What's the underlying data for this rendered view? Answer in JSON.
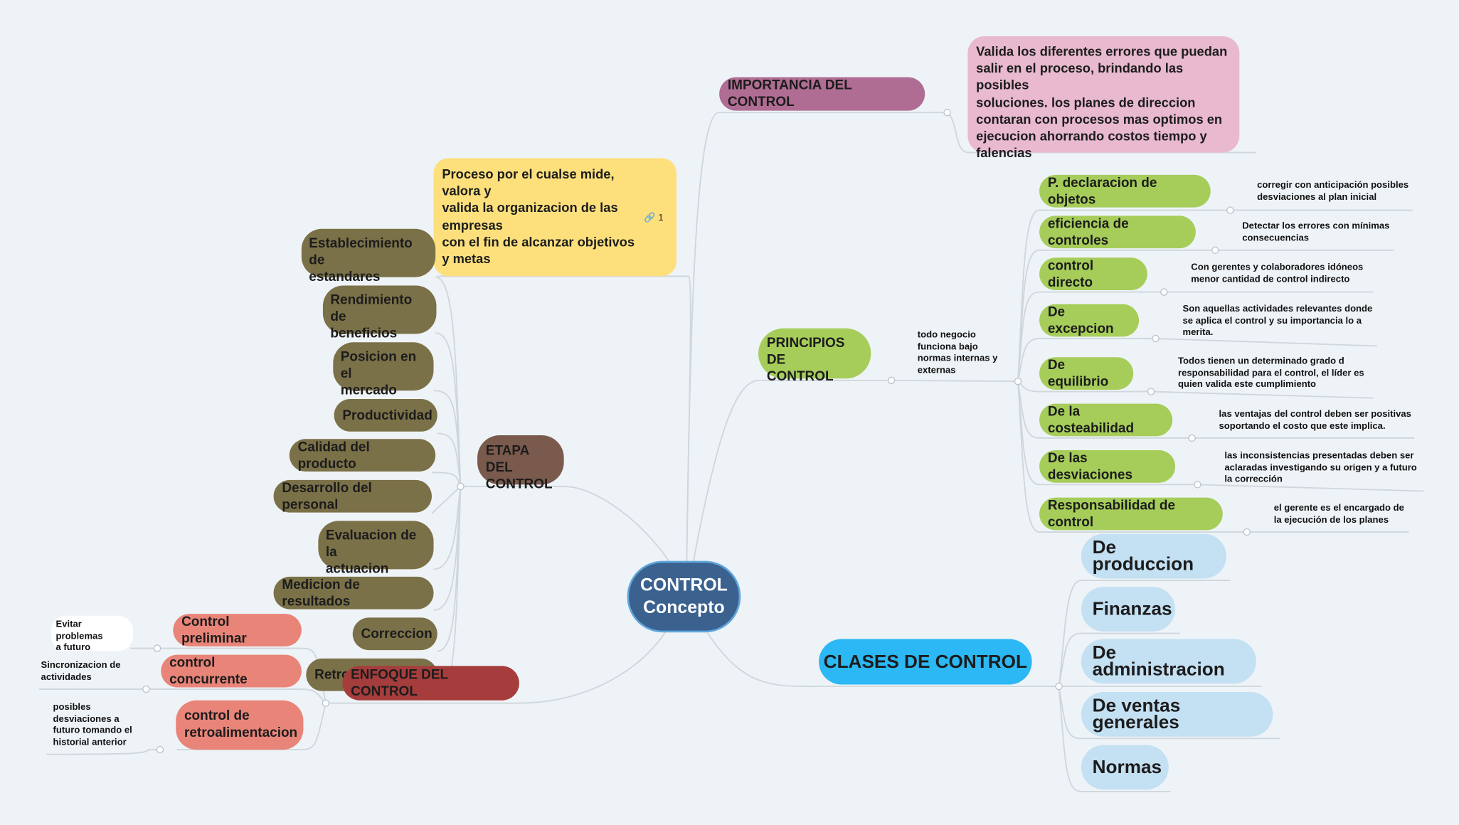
{
  "central": {
    "line1": "CONTROL",
    "line2": "Concepto"
  },
  "definition": {
    "text": "Proceso por el cualse mide,\nvalora y\nvalida la organizacion de las\nempresas\ncon el fin de alcanzar objetivos\ny metas",
    "link_count": "1"
  },
  "importancia": {
    "label": "IMPORTANCIA DEL CONTROL",
    "note": "Valida los diferentes errores que puedan\nsalir en el proceso, brindando las posibles\nsoluciones. los planes de direccion\ncontaran con  procesos mas optimos  en\nejecucion ahorrando  costos tiempo y\nfalencias"
  },
  "principios": {
    "label": "PRINCIPIOS DE\nCONTROL",
    "note": "todo negocio\nfunciona bajo\nnormas internas y\nexternas",
    "items": [
      {
        "label": "P. declaracion de objetos",
        "note": "corregir con anticipación posibles\ndesviaciones al plan inicial"
      },
      {
        "label": "eficiencia de controles",
        "note": "Detectar los errores con mínimas\nconsecuencias"
      },
      {
        "label": "control directo",
        "note": "Con gerentes  y colaboradores idóneos\nmenor cantidad de control indirecto"
      },
      {
        "label": "De excepcion",
        "note": "Son aquellas actividades relevantes  donde\nse aplica el control y su importancia lo a\nmerita."
      },
      {
        "label": "De equilibrio",
        "note": "Todos tienen un determinado grado d\nresponsabilidad  para el control,  el líder es\nquien valida este cumplimiento"
      },
      {
        "label": "De la costeabilidad",
        "note": "las ventajas del control deben ser positivas\nsoportando el costo que este implica."
      },
      {
        "label": "De las desviaciones",
        "note": "las inconsistencias presentadas  deben ser\naclaradas investigando su origen  y a futuro\nla corrección"
      },
      {
        "label": "Responsabilidad de control",
        "note": "el gerente es el encargado de\nla ejecución de los planes"
      }
    ]
  },
  "clases": {
    "label": "CLASES DE CONTROL",
    "items": [
      "De produccion",
      "Finanzas",
      "De administracion",
      "De ventas generales",
      "Normas"
    ]
  },
  "etapa": {
    "label": "ETAPA DEL\nCONTROL",
    "items": [
      "Establecimiento de\nestandares",
      "Rendimiento de\nbeneficios",
      "Posicion en el\nmercado",
      "Productividad",
      "Calidad del producto",
      "Desarrollo del personal",
      "Evaluacion de la\nactuacion",
      "Medicion de resultados",
      "Correccion",
      "Retroalimentacion"
    ]
  },
  "enfoque": {
    "label": "ENFOQUE DEL CONTROL",
    "items": [
      {
        "label": "Control preliminar",
        "note": "Evitar problemas\na futuro"
      },
      {
        "label": "control concurrente",
        "note": "Sincronizacion de\nactividades"
      },
      {
        "label": "control de\nretroalimentacion",
        "note": "posibles\ndesviaciones a\nfuturo  tomando el\nhistorial anterior"
      }
    ]
  },
  "colors": {
    "background": "#eef3f7",
    "central": "#3b628f",
    "importancia": "#b06d93",
    "importancia_note": "#e8b9cf",
    "definition": "#fde07c",
    "principios": "#a6cd5a",
    "clases": "#2bb8f4",
    "clases_items": "#c4e0f3",
    "etapa": "#7a5a4c",
    "etapa_items": "#7b7148",
    "enfoque": "#a63d3d",
    "enfoque_items": "#e98479"
  }
}
